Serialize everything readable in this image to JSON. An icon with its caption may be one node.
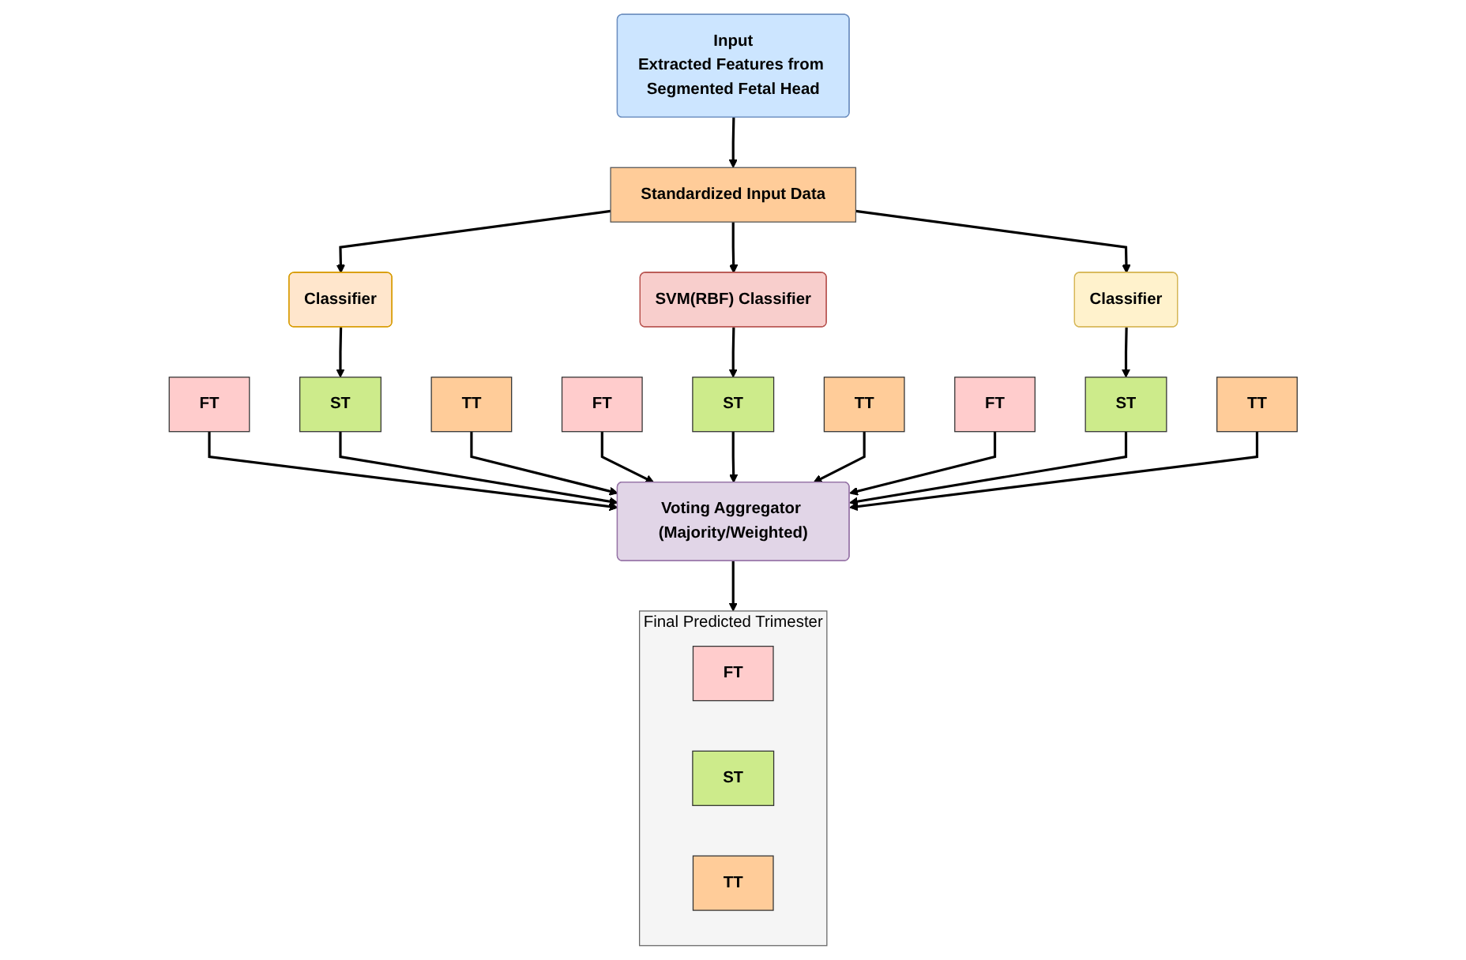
{
  "diagram": {
    "nodes": [
      {
        "text": [
          "Input",
          "Extracted Features from Segmented Fetal Head"
        ]
      },
      {
        "text": [
          "Standardized Input Data"
        ]
      },
      {
        "text": [
          "Classifier"
        ]
      },
      {
        "text": [
          "SVM(RBF) Classifier"
        ]
      },
      {
        "text": [
          "Classifier"
        ]
      },
      {
        "text": [
          "FT"
        ]
      },
      {
        "text": [
          "ST"
        ]
      },
      {
        "text": [
          "TT"
        ]
      },
      {
        "text": [
          "FT"
        ]
      },
      {
        "text": [
          "ST"
        ]
      },
      {
        "text": [
          "TT"
        ]
      },
      {
        "text": [
          "FT"
        ]
      },
      {
        "text": [
          "ST"
        ]
      },
      {
        "text": [
          "TT"
        ]
      },
      {
        "text": [
          "Voting Aggregator (Majority/Weighted)"
        ]
      },
      {
        "text": [
          "Final Predicted Trimester"
        ]
      },
      {
        "text": [
          "FT"
        ],
        "in": 15
      },
      {
        "text": [
          "ST"
        ],
        "in": 15
      },
      {
        "text": [
          "TT"
        ],
        "in": 15
      }
    ],
    "edges": [
      {
        "from": 0,
        "to": 1,
        "arrow": "to"
      },
      {
        "from": 1,
        "to": 2,
        "arrow": "to"
      },
      {
        "from": 1,
        "to": 3,
        "arrow": "to"
      },
      {
        "from": 1,
        "to": 4,
        "arrow": "to"
      },
      {
        "from": 2,
        "to": 6,
        "arrow": "to"
      },
      {
        "from": 3,
        "to": 9,
        "arrow": "to"
      },
      {
        "from": 4,
        "to": 12,
        "arrow": "to"
      },
      {
        "from": 5,
        "to": 14,
        "arrow": "to"
      },
      {
        "from": 6,
        "to": 14,
        "arrow": "to"
      },
      {
        "from": 7,
        "to": 14,
        "arrow": "to"
      },
      {
        "from": 8,
        "to": 14,
        "arrow": "to"
      },
      {
        "from": 9,
        "to": 14,
        "arrow": "to"
      },
      {
        "from": 10,
        "to": 14,
        "arrow": "to"
      },
      {
        "from": 11,
        "to": 14,
        "arrow": "to"
      },
      {
        "from": 12,
        "to": 14,
        "arrow": "to"
      },
      {
        "from": 13,
        "to": 14,
        "arrow": "to"
      },
      {
        "from": 14,
        "to": 15,
        "arrow": "to"
      }
    ]
  }
}
